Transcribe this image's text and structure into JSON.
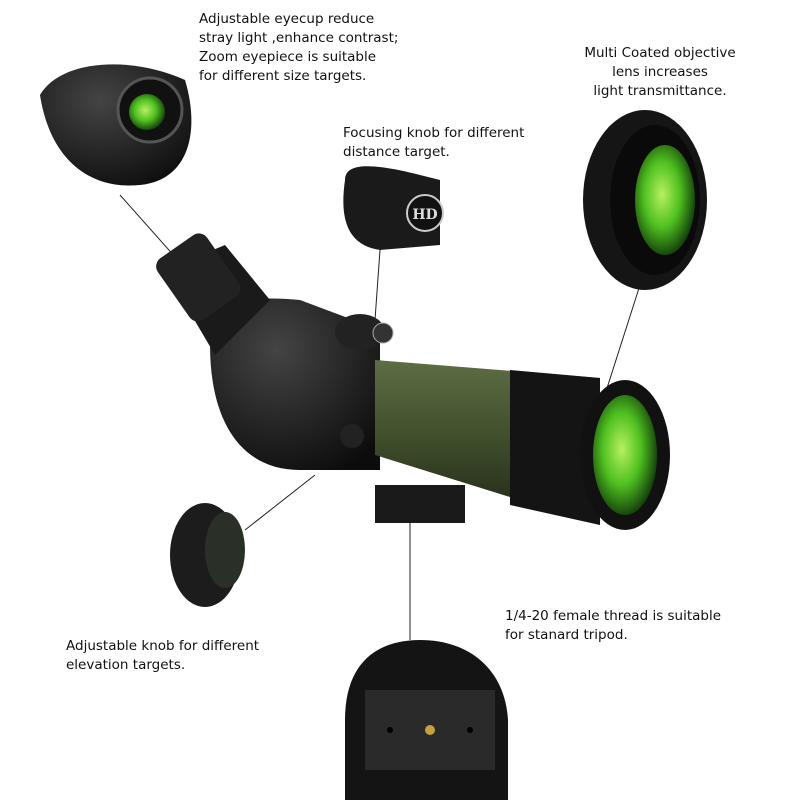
{
  "annotations": {
    "eyecup": "Adjustable eyecup reduce\nstray light ,enhance contrast;\nZoom eyepiece is suitable\nfor different size targets.",
    "objective": "Multi Coated objective\nlens increases\nlight transmittance.",
    "focus": "Focusing knob for different\ndistance target.",
    "elevation": "Adjustable knob for different\nelevation targets.",
    "thread": "1/4-20 female thread is suitable\nfor stanard tripod."
  },
  "logo_text": "HD",
  "colors": {
    "body": "#1c1c1c",
    "tube": "#4a5a34",
    "lens": "#5fd02a"
  }
}
